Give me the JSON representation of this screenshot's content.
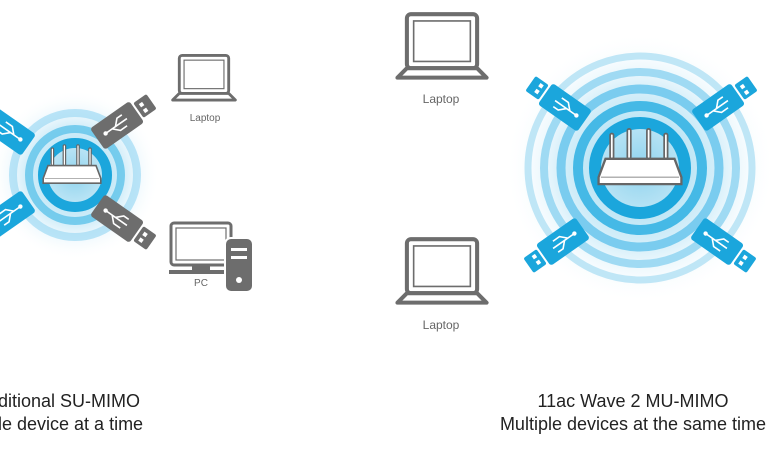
{
  "colors": {
    "accent": "#1ba6dc",
    "device_gray": "#6d6d6d",
    "ring_light": "#bfe6f6"
  },
  "left_panel": {
    "devices": {
      "laptop": "Laptop",
      "pc": "PC"
    },
    "caption_line1": "ditional SU-MIMO",
    "caption_line2": "le device at a time"
  },
  "right_panel": {
    "devices": {
      "laptop_top": "Laptop",
      "laptop_bottom": "Laptop"
    },
    "caption_line1": "11ac Wave 2 MU-MIMO",
    "caption_line2": "Multiple devices at the same time"
  }
}
